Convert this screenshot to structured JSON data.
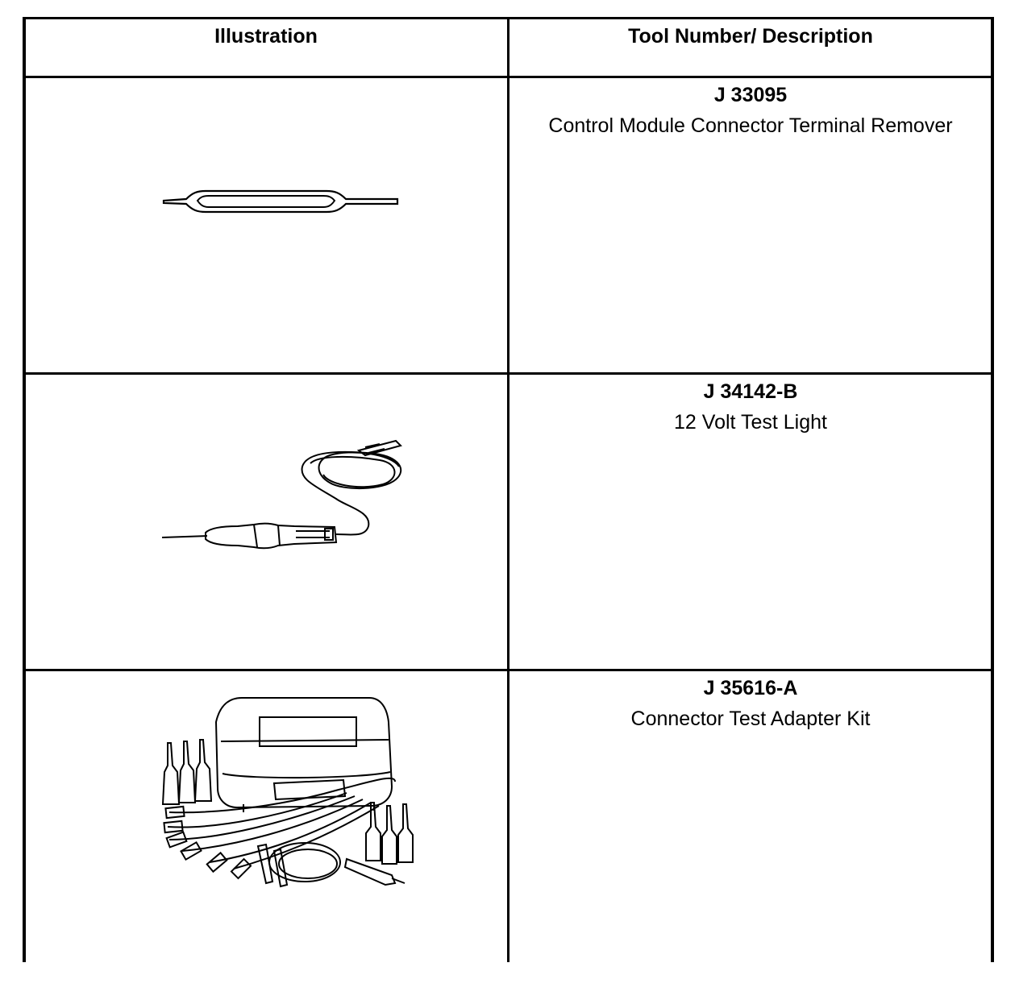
{
  "table": {
    "headers": {
      "illustration": "Illustration",
      "tool": "Tool Number/ Description"
    },
    "rows": [
      {
        "tool_number": "J 33095",
        "description": "Control Module Connector Terminal Remover",
        "illustration_icon": "terminal-remover-icon"
      },
      {
        "tool_number": "J 34142-B",
        "description": "12 Volt Test Light",
        "illustration_icon": "test-light-icon"
      },
      {
        "tool_number": "J 35616-A",
        "description": "Connector Test Adapter Kit",
        "illustration_icon": "adapter-kit-icon"
      }
    ]
  }
}
